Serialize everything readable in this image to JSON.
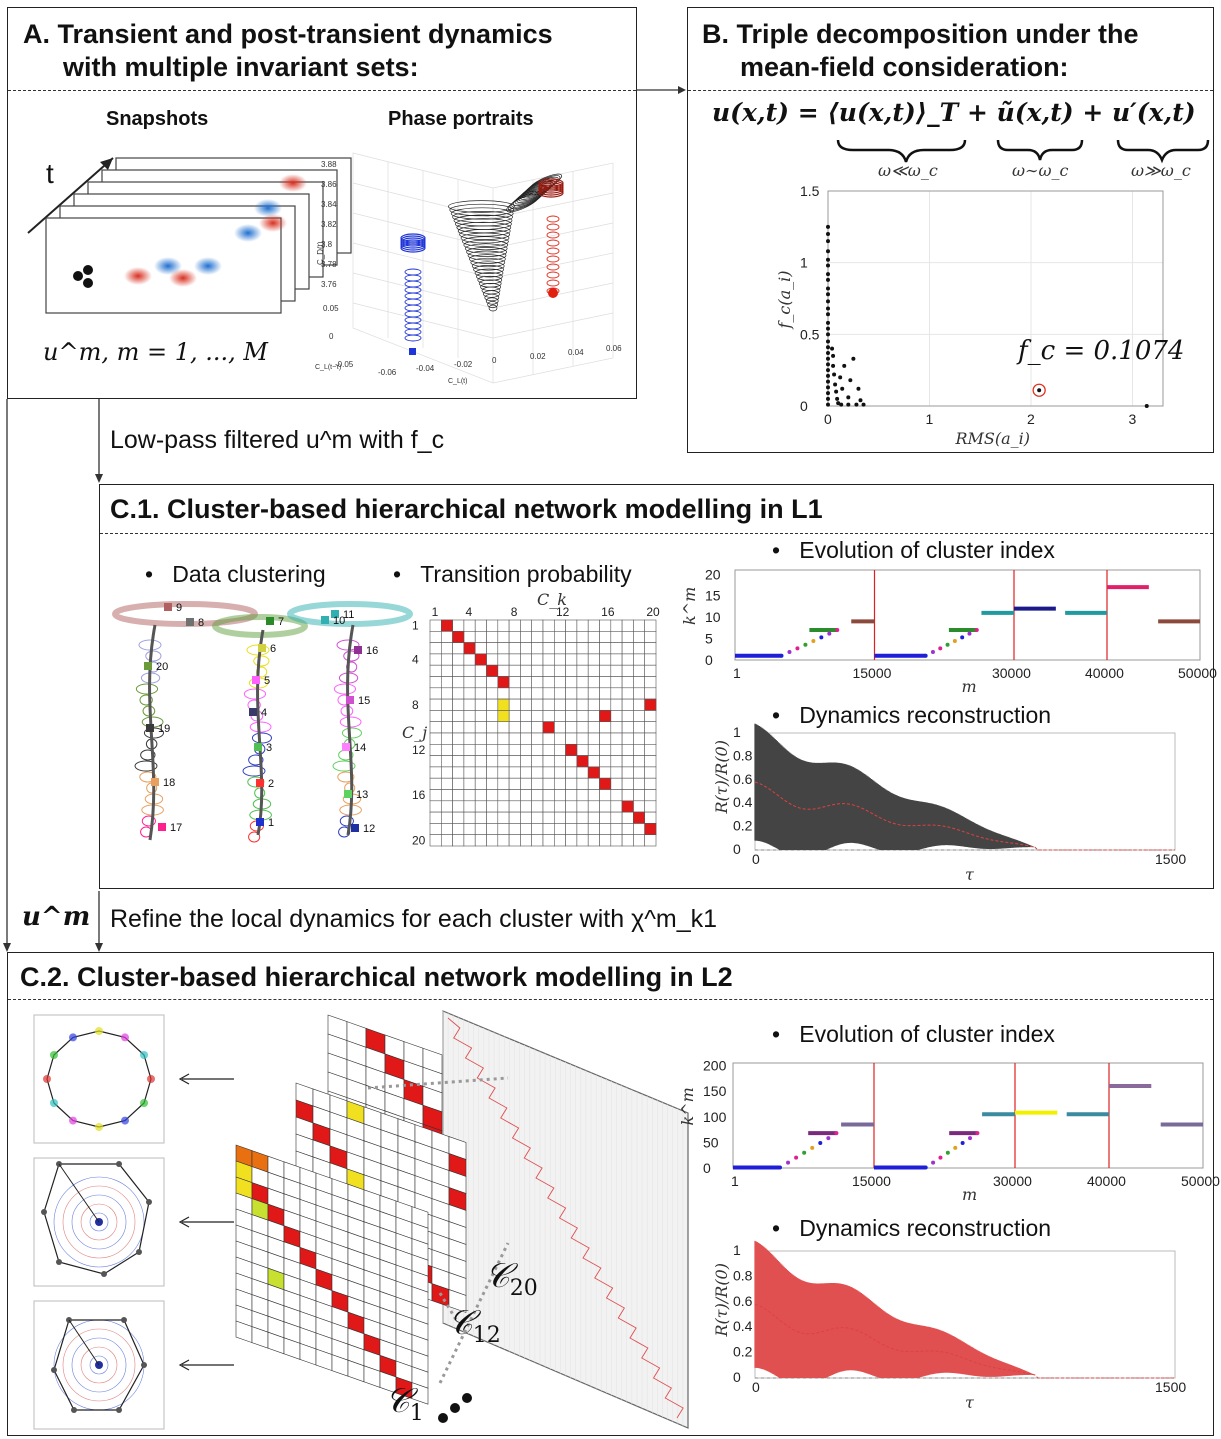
{
  "panel_a": {
    "title_line1": "A. Transient and post-transient dynamics",
    "title_line2": "with multiple invariant sets:",
    "snapshots_label": "Snapshots",
    "phase_label": "Phase portraits",
    "t_label": "t",
    "snapshot_caption": "u^m, m = 1, ..., M",
    "phase_axis": {
      "z_label": "C_D(t)",
      "y_label": "C_L(t−τ)",
      "x_label": "C_L(t)",
      "z_ticks": [
        "3.88",
        "3.86",
        "3.84",
        "3.82",
        "3.8",
        "3.78",
        "3.76"
      ],
      "y_ticks": [
        "0.05",
        "0",
        "-0.05"
      ],
      "x_ticks": [
        "-0.06",
        "-0.04",
        "-0.02",
        "0",
        "0.02",
        "0.04",
        "0.06"
      ]
    }
  },
  "panel_b": {
    "title_line1": "B. Triple decomposition under the",
    "title_line2": "mean-field consideration:",
    "equation": "u(x,t) = ⟨u(x,t)⟩_T + ũ(x,t) + u′(x,t)",
    "brace_labels": [
      "ω≪ω_c",
      "ω∼ω_c",
      "ω≫ω_c"
    ],
    "annotation": "f_c = 0.1074",
    "chart_data": {
      "type": "scatter",
      "xlabel": "RMS(a_i)",
      "ylabel": "f_c(a_i)",
      "xlim": [
        0,
        3.3
      ],
      "ylim": [
        0,
        1.5
      ],
      "x_ticks": [
        "0",
        "1",
        "2",
        "3"
      ],
      "y_ticks": [
        "0",
        "0.5",
        "1",
        "1.5"
      ],
      "grid": true,
      "points": [
        [
          0.0,
          1.25
        ],
        [
          0.0,
          1.2
        ],
        [
          0.0,
          1.15
        ],
        [
          0.0,
          1.08
        ],
        [
          0.0,
          1.02
        ],
        [
          0.0,
          0.98
        ],
        [
          0.0,
          0.92
        ],
        [
          0.0,
          0.88
        ],
        [
          0.0,
          0.82
        ],
        [
          0.0,
          0.78
        ],
        [
          0.0,
          0.73
        ],
        [
          0.0,
          0.68
        ],
        [
          0.0,
          0.64
        ],
        [
          0.0,
          0.58
        ],
        [
          0.0,
          0.54
        ],
        [
          0.0,
          0.5
        ],
        [
          0.0,
          0.45
        ],
        [
          0.0,
          0.41
        ],
        [
          0.0,
          0.37
        ],
        [
          0.0,
          0.33
        ],
        [
          0.0,
          0.29
        ],
        [
          0.0,
          0.25
        ],
        [
          0.0,
          0.21
        ],
        [
          0.0,
          0.17
        ],
        [
          0.0,
          0.13
        ],
        [
          0.0,
          0.09
        ],
        [
          0.0,
          0.05
        ],
        [
          0.0,
          0.01
        ],
        [
          0.04,
          0.4
        ],
        [
          0.05,
          0.35
        ],
        [
          0.05,
          0.28
        ],
        [
          0.06,
          0.22
        ],
        [
          0.07,
          0.15
        ],
        [
          0.08,
          0.1
        ],
        [
          0.09,
          0.05
        ],
        [
          0.1,
          0.02
        ],
        [
          0.12,
          0.2
        ],
        [
          0.14,
          0.12
        ],
        [
          0.16,
          0.28
        ],
        [
          0.2,
          0.06
        ],
        [
          0.22,
          0.18
        ],
        [
          0.25,
          0.33
        ],
        [
          0.28,
          0.01
        ],
        [
          0.3,
          0.12
        ],
        [
          0.32,
          0.04
        ],
        [
          0.35,
          0.01
        ],
        [
          0.2,
          0.01
        ],
        [
          0.13,
          0.01
        ],
        [
          2.08,
          0.11
        ],
        [
          3.14,
          0.0
        ]
      ],
      "highlight_point": [
        2.08,
        0.11
      ]
    }
  },
  "arrows": {
    "lowpass_label": "Low-pass filtered u^m with f_c",
    "um_label": "u^m",
    "refine_label": "Refine the local dynamics for each cluster with χ^m_k1"
  },
  "panel_c1": {
    "title": "C.1. Cluster-based hierarchical network modelling in L1",
    "bullet_clustering": "Data clustering",
    "bullet_transition": "Transition probability",
    "bullet_evolution": "Evolution of cluster index",
    "bullet_reconstruction": "Dynamics reconstruction",
    "cluster_numbers": [
      "9",
      "8",
      "7",
      "6",
      "5",
      "4",
      "3",
      "2",
      "1",
      "20",
      "19",
      "18",
      "17",
      "11",
      "10",
      "16",
      "15",
      "14",
      "13",
      "12"
    ],
    "matrix": {
      "col_label": "C_k",
      "row_label": "C_j",
      "top_ticks": [
        "1",
        "4",
        "8",
        "12",
        "16",
        "20"
      ],
      "left_ticks": [
        "1",
        "4",
        "8",
        "12",
        "16",
        "20"
      ]
    },
    "evolution_chart": {
      "type": "line",
      "xlabel": "m",
      "ylabel": "k^m",
      "x_ticks": [
        "1",
        "15000",
        "30000",
        "40000",
        "50000"
      ],
      "y_ticks": [
        "0",
        "5",
        "10",
        "15",
        "20"
      ],
      "ylim": [
        0,
        21
      ],
      "segments": [
        {
          "x": [
            1,
            5000
          ],
          "y": 1,
          "color": "#1f1fd8"
        },
        {
          "x": [
            8000,
            11000
          ],
          "y": 7,
          "color": "#2a8c2a"
        },
        {
          "x": [
            12500,
            15000
          ],
          "y": 9,
          "color": "#8b4a3c"
        },
        {
          "x": [
            15000,
            20500
          ],
          "y": 1,
          "color": "#1f1fd8"
        },
        {
          "x": [
            23000,
            26000
          ],
          "y": 7,
          "color": "#2a8c2a"
        },
        {
          "x": [
            26500,
            30000
          ],
          "y": 11,
          "color": "#1e9aa0"
        },
        {
          "x": [
            30000,
            34500
          ],
          "y": 12,
          "color": "#1a1a8a"
        },
        {
          "x": [
            35500,
            40000
          ],
          "y": 11,
          "color": "#1e9aa0"
        },
        {
          "x": [
            40000,
            44500
          ],
          "y": 17,
          "color": "#e0206a"
        },
        {
          "x": [
            45500,
            50000
          ],
          "y": 9,
          "color": "#8b4a3c"
        }
      ]
    },
    "reconstruction_chart": {
      "type": "line",
      "xlabel": "τ",
      "ylabel": "R(τ)/R(0)",
      "x_ticks": [
        "0",
        "1500"
      ],
      "y_ticks": [
        "0",
        "0.2",
        "0.4",
        "0.6",
        "0.8",
        "1"
      ],
      "xlim": [
        0,
        1500
      ],
      "ylim": [
        0,
        1
      ]
    }
  },
  "panel_c2": {
    "title": "C.2. Cluster-based hierarchical network modelling in L2",
    "bullet_evolution": "Evolution of cluster index",
    "bullet_reconstruction": "Dynamics reconstruction",
    "cluster_labels": [
      "C_20",
      "C_12",
      "C_1"
    ],
    "evolution_chart": {
      "type": "line",
      "xlabel": "m",
      "ylabel": "k^m",
      "x_ticks": [
        "1",
        "15000",
        "30000",
        "40000",
        "50000"
      ],
      "y_ticks": [
        "0",
        "50",
        "100",
        "150",
        "200"
      ],
      "ylim": [
        0,
        205
      ],
      "segments": [
        {
          "x": [
            1,
            5000
          ],
          "y": 1,
          "color": "#1f1fd8"
        },
        {
          "x": [
            8000,
            11000
          ],
          "y": 68,
          "color": "#7a2a7a"
        },
        {
          "x": [
            11500,
            15000
          ],
          "y": 85,
          "color": "#7a6a9a"
        },
        {
          "x": [
            15000,
            20500
          ],
          "y": 1,
          "color": "#1f1fd8"
        },
        {
          "x": [
            23000,
            26000
          ],
          "y": 68,
          "color": "#7a2a7a"
        },
        {
          "x": [
            26500,
            30000
          ],
          "y": 105,
          "color": "#3a8aa0"
        },
        {
          "x": [
            30000,
            34500
          ],
          "y": 108,
          "color": "#f0f000"
        },
        {
          "x": [
            35500,
            40000
          ],
          "y": 105,
          "color": "#3a8aa0"
        },
        {
          "x": [
            40000,
            44500
          ],
          "y": 160,
          "color": "#8a6a9a"
        },
        {
          "x": [
            45500,
            50000
          ],
          "y": 85,
          "color": "#7a6a9a"
        }
      ]
    },
    "reconstruction_chart": {
      "type": "line",
      "xlabel": "τ",
      "ylabel": "R(τ)/R(0)",
      "x_ticks": [
        "0",
        "1500"
      ],
      "y_ticks": [
        "0",
        "0.2",
        "0.4",
        "0.6",
        "0.8",
        "1"
      ],
      "xlim": [
        0,
        1500
      ],
      "ylim": [
        0,
        1
      ]
    }
  }
}
